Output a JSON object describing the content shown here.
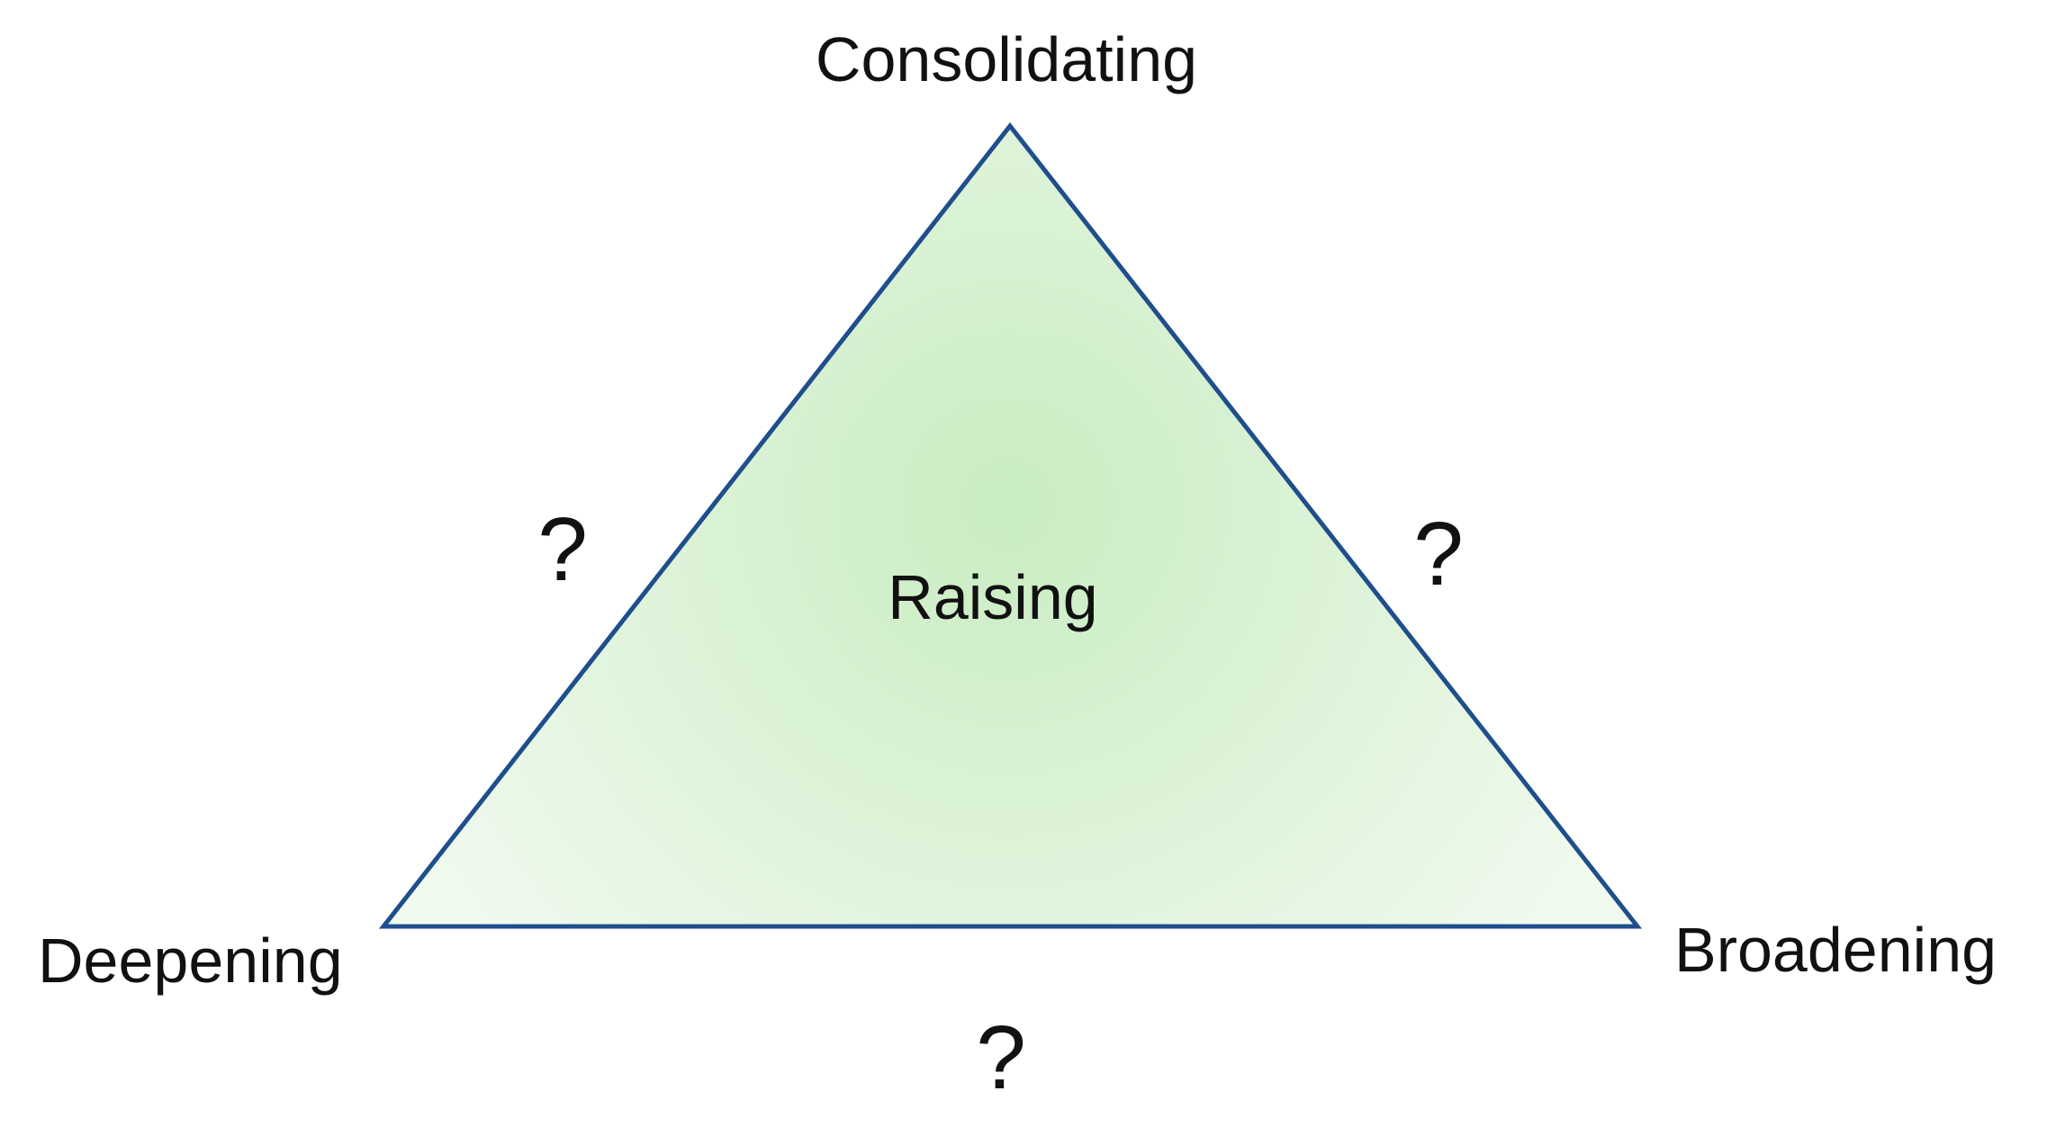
{
  "diagram": {
    "vertices": {
      "top": "Consolidating",
      "bottom_left": "Deepening",
      "bottom_right": "Broadening"
    },
    "center": "Raising",
    "edges": {
      "left": "?",
      "right": "?",
      "bottom": "?"
    },
    "colors": {
      "stroke": "#1f4e8c",
      "fill_center": "#c9ecc2",
      "fill_edge": "#f0faee"
    }
  }
}
